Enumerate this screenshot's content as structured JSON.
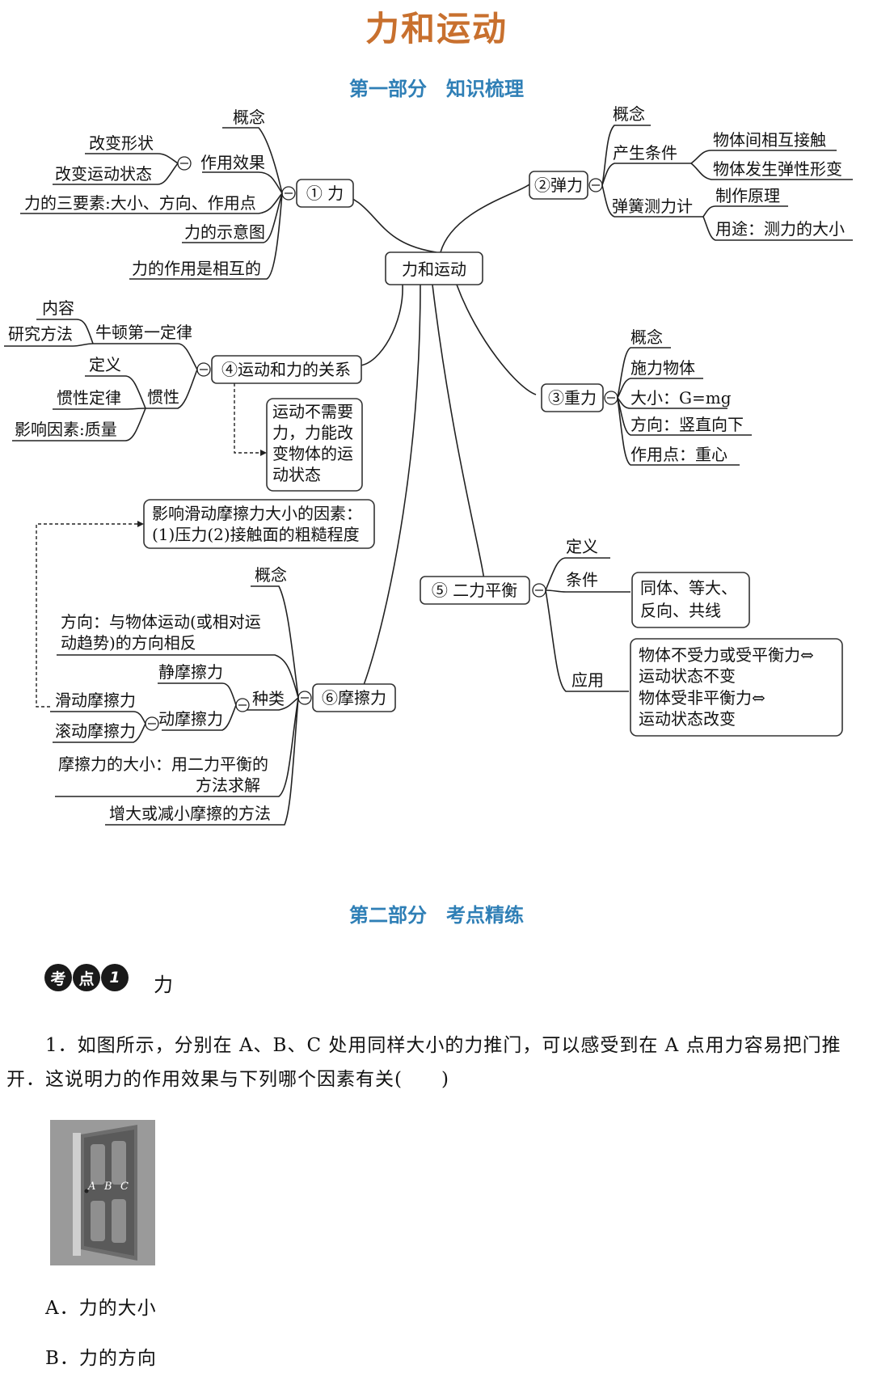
{
  "page_title": "力和运动",
  "part1_title": "第一部分　知识梳理",
  "part2_title": "第二部分　考点精练",
  "mindmap": {
    "center": "力和运动",
    "force": {
      "label": "① 力",
      "concept": "概念",
      "effect": "作用效果",
      "effect_items": [
        "改变形状",
        "改变运动状态"
      ],
      "three_elements": "力的三要素:大小、方向、作用点",
      "diagram": "力的示意图",
      "mutual": "力的作用是相互的"
    },
    "elastic": {
      "label": "②弹力",
      "concept": "概念",
      "condition": "产生条件",
      "condition_items": [
        "物体间相互接触",
        "物体发生弹性形变"
      ],
      "spring": "弹簧测力计",
      "spring_items": [
        "制作原理",
        "用途：测力的大小"
      ]
    },
    "gravity": {
      "label": "③重力",
      "items": [
        "概念",
        "施力物体",
        "大小：G=mg",
        "方向：竖直向下",
        "作用点：重心"
      ]
    },
    "motion": {
      "label": "④运动和力的关系",
      "newton": "牛顿第一定律",
      "newton_items": [
        "内容",
        "研究方法"
      ],
      "inertia": "惯性",
      "inertia_items": [
        "定义",
        "惯性定律",
        "影响因素:质量"
      ],
      "note": [
        "运动不需要",
        "力，力能改",
        "变物体的运",
        "动状态"
      ]
    },
    "balance": {
      "label": "⑤ 二力平衡",
      "definition": "定义",
      "condition": "条件",
      "condition_box": [
        "同体、等大、",
        "反向、共线"
      ],
      "application": "应用",
      "application_box": [
        "物体不受力或受平衡力⇔",
        "运动状态不变",
        "物体受非平衡力⇔",
        "运动状态改变"
      ]
    },
    "friction": {
      "label": "⑥摩擦力",
      "concept": "概念",
      "direction": [
        "方向：与物体运动(或相对运",
        "动趋势)的方向相反"
      ],
      "kinds": "种类",
      "static": "静摩擦力",
      "kinetic": "动摩擦力",
      "sliding": "滑动摩擦力",
      "rolling": "滚动摩擦力",
      "magnitude": [
        "摩擦力的大小：用二力平衡的",
        "方法求解"
      ],
      "change": "增大或减小摩擦的方法",
      "factors_box": [
        "影响滑动摩擦力大小的因素：",
        "(1)压力(2)接触面的粗糙程度"
      ]
    }
  },
  "kaodian": {
    "chars": [
      "考",
      "点",
      "1"
    ],
    "title": "力"
  },
  "question": {
    "text": "1．如图所示，分别在 A、B、C 处用同样大小的力推门，可以感受到在 A 点用力容易把门推开．这说明力的作用效果与下列哪个因素有关(　　)",
    "door_labels": [
      "A",
      "B",
      "C"
    ],
    "options": [
      "A．力的大小",
      "B．力的方向"
    ]
  }
}
